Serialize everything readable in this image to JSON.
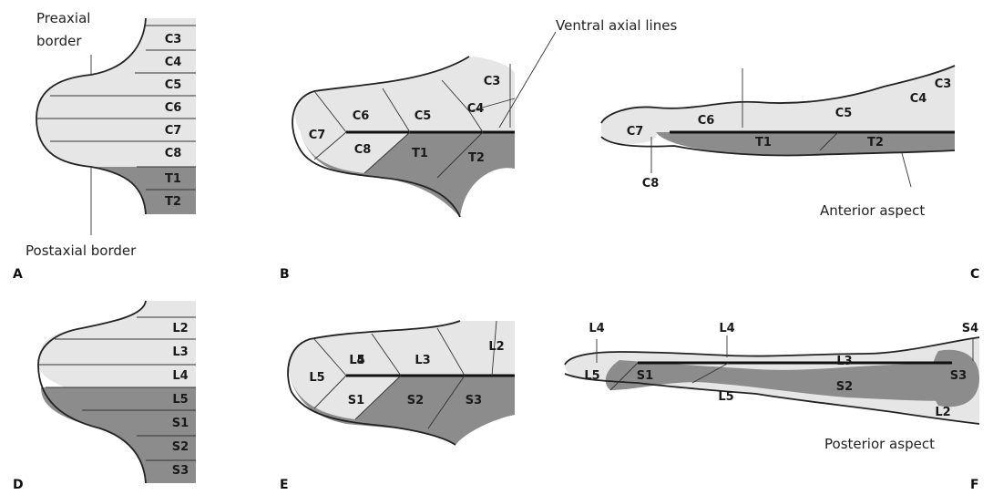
{
  "panels": {
    "A": {
      "letter": "A",
      "preaxial_label_line1": "Preaxial",
      "preaxial_label_line2": "border",
      "postaxial_label": "Postaxial border",
      "segments": [
        "C3",
        "C4",
        "C5",
        "C6",
        "C7",
        "C8",
        "T1",
        "T2"
      ]
    },
    "B": {
      "letter": "B",
      "callout": "Ventral axial lines",
      "segments": [
        "C3",
        "C4",
        "C5",
        "C6",
        "C7",
        "C8",
        "T1",
        "T2"
      ]
    },
    "C": {
      "letter": "C",
      "aspect_label": "Anterior aspect",
      "segments": [
        "C3",
        "C4",
        "C5",
        "C6",
        "C7",
        "C8",
        "T1",
        "T2"
      ]
    },
    "D": {
      "letter": "D",
      "segments": [
        "L2",
        "L3",
        "L4",
        "L5",
        "S1",
        "S2",
        "S3"
      ]
    },
    "E": {
      "letter": "E",
      "segments": [
        "L2",
        "L3",
        "L4",
        "L5",
        "S1",
        "S2",
        "S3"
      ]
    },
    "F": {
      "letter": "F",
      "aspect_label": "Posterior aspect",
      "segments": [
        "L4",
        "L4",
        "S4",
        "L5",
        "S1",
        "L3",
        "S2",
        "S3",
        "L5",
        "L2"
      ]
    }
  },
  "colors": {
    "light_dermatome": "#e6e6e6",
    "dark_dermatome": "#8c8c8c",
    "outline": "#222222"
  }
}
